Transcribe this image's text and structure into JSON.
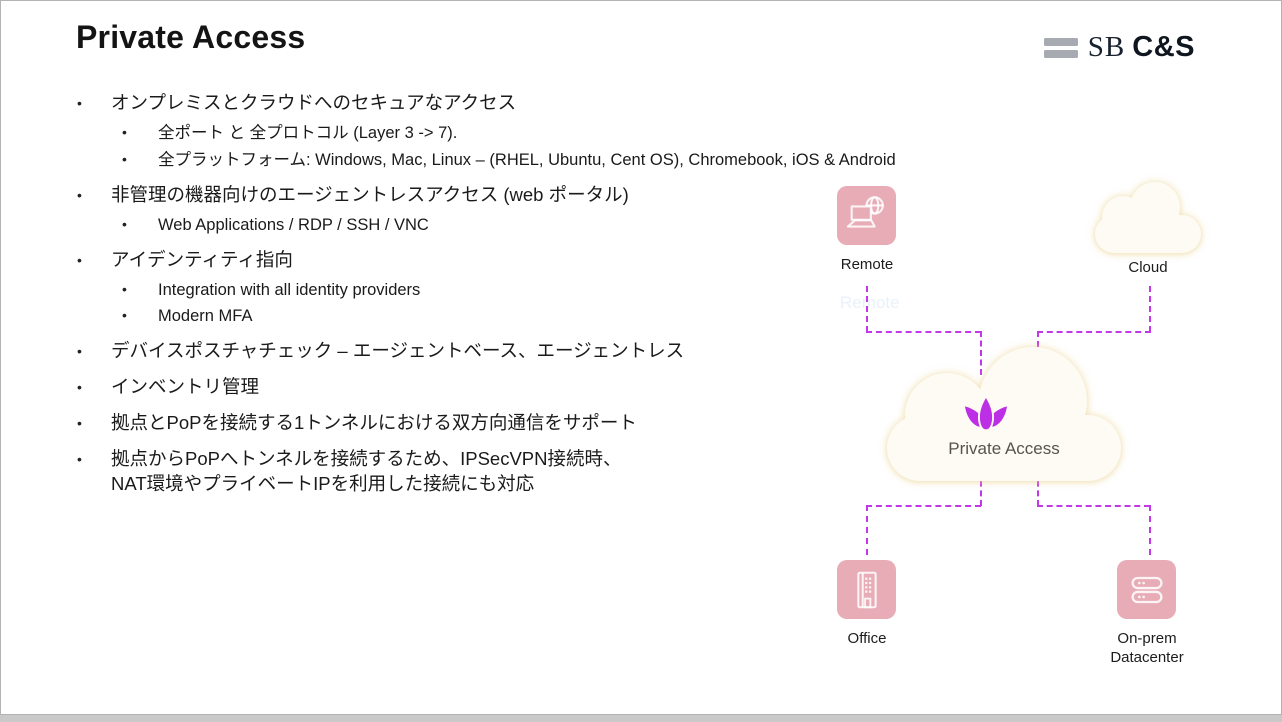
{
  "slide": {
    "title": "Private Access"
  },
  "logo": {
    "sb": "SB",
    "cs": "C&S"
  },
  "bullets": [
    {
      "level": 1,
      "text": "オンプレミスとクラウドへのセキュアなアクセス"
    },
    {
      "level": 2,
      "text": "全ポート と 全プロトコル (Layer 3 -> 7)."
    },
    {
      "level": 2,
      "text": "全プラットフォーム: Windows, Mac, Linux – (RHEL, Ubuntu, Cent OS), Chromebook, iOS & Android"
    },
    {
      "level": 1,
      "text": "非管理の機器向けのエージェントレスアクセス (web ポータル)"
    },
    {
      "level": 2,
      "text": "Web Applications / RDP / SSH / VNC"
    },
    {
      "level": 1,
      "text": "アイデンティティ指向"
    },
    {
      "level": 2,
      "text": "Integration with all identity providers"
    },
    {
      "level": 2,
      "text": "Modern MFA"
    },
    {
      "level": 1,
      "text": "デバイスポスチャチェック – エージェントベース、エージェントレス"
    },
    {
      "level": 1,
      "text": "インベントリ管理"
    },
    {
      "level": 1,
      "text": "拠点とPoPを接続する1トンネルにおける双方向通信をサポート"
    },
    {
      "level": 1,
      "text": "拠点からPoPへトンネルを接続するため、IPSecVPN接続時、",
      "text2": "NAT環境やプライベートIPを利用した接続にも対応"
    }
  ],
  "diagram": {
    "remote_label": "Remote",
    "remote_ghost_label": "Remote",
    "cloud_label": "Cloud",
    "center_label": "Private Access",
    "office_label": "Office",
    "onprem_label_line1": "On-prem",
    "onprem_label_line2": "Datacenter"
  },
  "colors": {
    "node_pink": "#e7acb6",
    "connector_magenta": "#c238e8",
    "cloud_cream": "#fdfbf3",
    "tulip_purple": "#bc2fe4",
    "center_label_color": "#55544e",
    "ghost_label_color": "#e9f1fa",
    "text_color": "#1a1a1a",
    "logo_bar_gray": "#a7abb1"
  }
}
